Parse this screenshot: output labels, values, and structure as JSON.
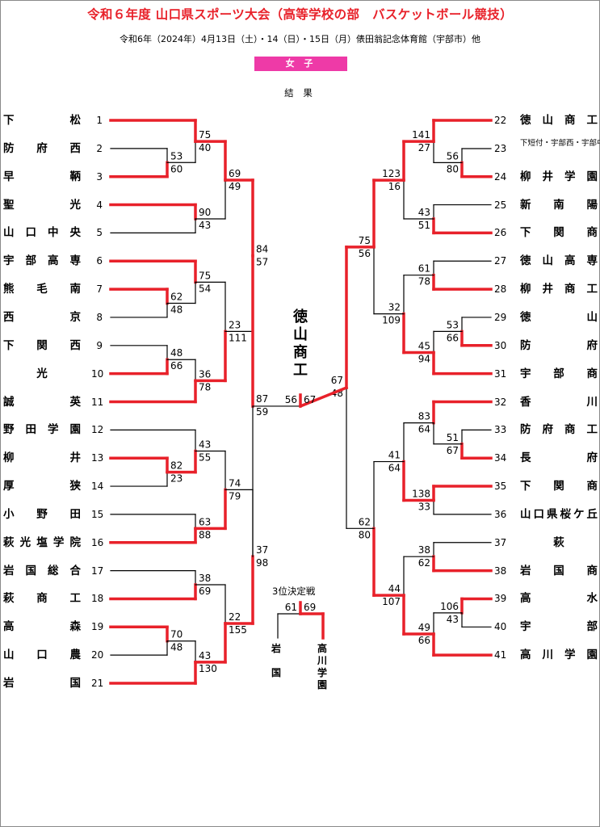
{
  "title": "令和６年度 山口県スポーツ大会（高等学校の部　バスケットボール競技）",
  "subtitle": "令和6年（2024年）4月13日（土）・14（日）・15日（月）俵田翁記念体育館（宇部市）他",
  "gender_label": "女 子",
  "result_label": "結 果",
  "champion": "徳山商工",
  "third_place_title": "3位決定戦",
  "third_place": {
    "left_team": "岩国",
    "right_team": "高川学園",
    "left_score": "61",
    "right_score": "69"
  },
  "colors": {
    "title": "#e8212a",
    "winner_line": "#e8212a",
    "badge": "#ee3aa7"
  },
  "left_teams": [
    {
      "seed": "1",
      "name": "下松"
    },
    {
      "seed": "2",
      "name": "防府西"
    },
    {
      "seed": "3",
      "name": "早鞆"
    },
    {
      "seed": "4",
      "name": "聖光"
    },
    {
      "seed": "5",
      "name": "山口中央"
    },
    {
      "seed": "6",
      "name": "宇部高専"
    },
    {
      "seed": "7",
      "name": "熊毛南"
    },
    {
      "seed": "8",
      "name": "西京"
    },
    {
      "seed": "9",
      "name": "下関西"
    },
    {
      "seed": "10",
      "name": "光"
    },
    {
      "seed": "11",
      "name": "誠英"
    },
    {
      "seed": "12",
      "name": "野田学園"
    },
    {
      "seed": "13",
      "name": "柳井"
    },
    {
      "seed": "14",
      "name": "厚狭"
    },
    {
      "seed": "15",
      "name": "小野田"
    },
    {
      "seed": "16",
      "name": "萩光塩学院"
    },
    {
      "seed": "17",
      "name": "岩国総合"
    },
    {
      "seed": "18",
      "name": "萩商工"
    },
    {
      "seed": "19",
      "name": "高森"
    },
    {
      "seed": "20",
      "name": "山口農"
    },
    {
      "seed": "21",
      "name": "岩国"
    }
  ],
  "right_teams": [
    {
      "seed": "22",
      "name": "徳山商工"
    },
    {
      "seed": "23",
      "name": "下短付・宇部西・宇部中央"
    },
    {
      "seed": "24",
      "name": "柳井学園"
    },
    {
      "seed": "25",
      "name": "新南陽"
    },
    {
      "seed": "26",
      "name": "下関商"
    },
    {
      "seed": "27",
      "name": "徳山高専"
    },
    {
      "seed": "28",
      "name": "柳井商工"
    },
    {
      "seed": "29",
      "name": "徳山"
    },
    {
      "seed": "30",
      "name": "防府"
    },
    {
      "seed": "31",
      "name": "宇部商"
    },
    {
      "seed": "32",
      "name": "香川"
    },
    {
      "seed": "33",
      "name": "防府商工"
    },
    {
      "seed": "34",
      "name": "長府"
    },
    {
      "seed": "35",
      "name": "下関商"
    },
    {
      "seed": "36",
      "name": "山口県桜ケ丘"
    },
    {
      "seed": "37",
      "name": "萩"
    },
    {
      "seed": "38",
      "name": "岩国商"
    },
    {
      "seed": "39",
      "name": "高水"
    },
    {
      "seed": "40",
      "name": "宇部"
    },
    {
      "seed": "41",
      "name": "高川学園"
    }
  ],
  "scores": {
    "L_r1": [
      [
        "53",
        "60"
      ],
      [
        "62",
        "48"
      ],
      [
        "48",
        "66"
      ],
      [
        "82",
        "23"
      ],
      [
        "70",
        "48"
      ]
    ],
    "L_r2": [
      [
        "75",
        "40"
      ],
      [
        "90",
        "43"
      ],
      [
        "75",
        "54"
      ],
      [
        "36",
        "78"
      ],
      [
        "43",
        "55"
      ],
      [
        "63",
        "88"
      ],
      [
        "38",
        "69"
      ],
      [
        "43",
        "130"
      ]
    ],
    "L_r3": [
      [
        "69",
        "49"
      ],
      [
        "23",
        "111"
      ],
      [
        "74",
        "79"
      ],
      [
        "22",
        "155"
      ]
    ],
    "L_r4": [
      [
        "84",
        "57"
      ],
      [
        "37",
        "98"
      ]
    ],
    "L_r5": [
      "87",
      "59"
    ],
    "final": [
      "56",
      "67"
    ],
    "R_r1": [
      [
        "56",
        "80"
      ],
      [
        "53",
        "66"
      ],
      [
        "51",
        "67"
      ],
      [
        "106",
        "43"
      ]
    ],
    "R_r2": [
      [
        "141",
        "27"
      ],
      [
        "43",
        "51"
      ],
      [
        "61",
        "78"
      ],
      [
        "45",
        "94"
      ],
      [
        "83",
        "64"
      ],
      [
        "138",
        "33"
      ],
      [
        "38",
        "62"
      ],
      [
        "49",
        "66"
      ]
    ],
    "R_r3": [
      [
        "123",
        "16"
      ],
      [
        "32",
        "109"
      ],
      [
        "41",
        "64"
      ],
      [
        "44",
        "107"
      ]
    ],
    "R_r4": [
      [
        "75",
        "56"
      ],
      [
        "62",
        "80"
      ]
    ],
    "R_r5": [
      "67",
      "48"
    ]
  }
}
